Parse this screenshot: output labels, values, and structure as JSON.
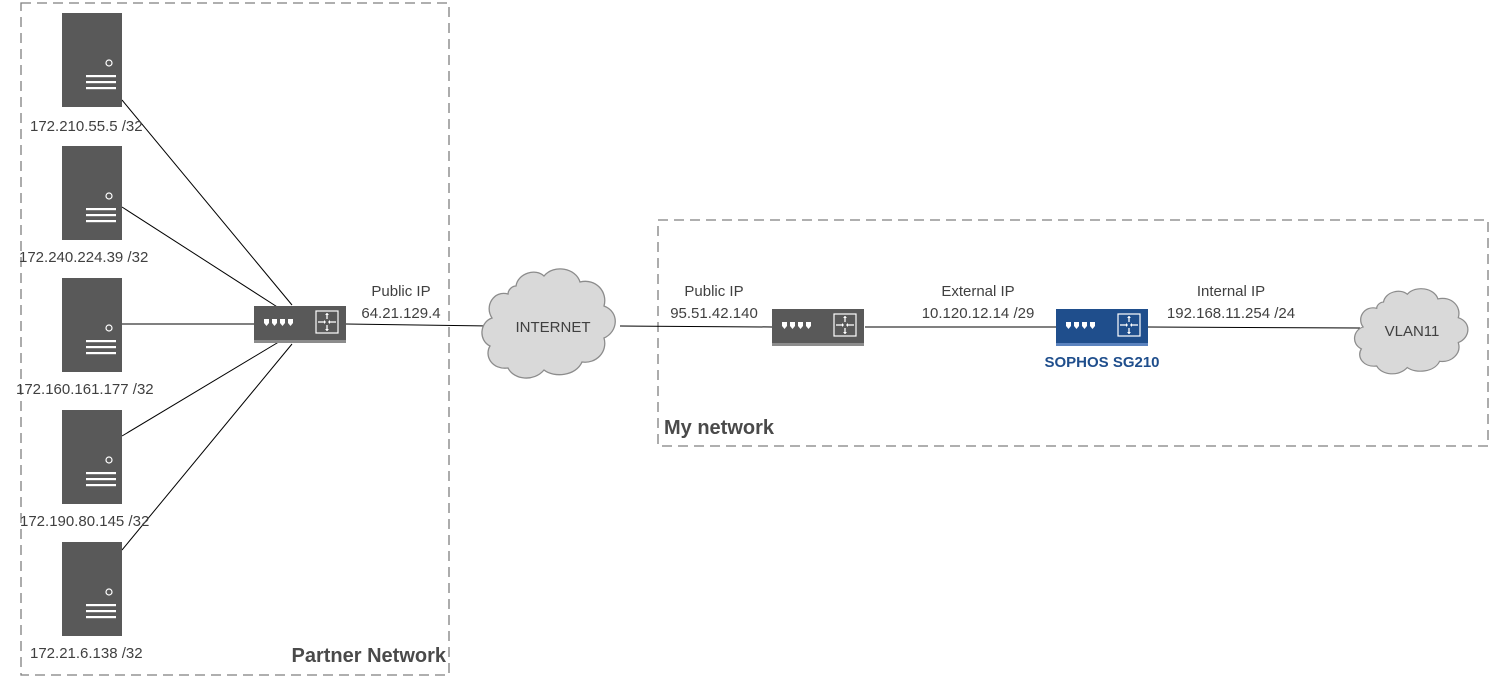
{
  "zones": {
    "partner": {
      "label": "Partner Network"
    },
    "mine": {
      "label": "My network"
    }
  },
  "servers": [
    {
      "label": "172.210.55.5 /32"
    },
    {
      "label": "172.240.224.39 /32"
    },
    {
      "label": "172.160.161.177 /32"
    },
    {
      "label": "172.190.80.145 /32"
    },
    {
      "label": "172.21.6.138 /32"
    }
  ],
  "partner_router": {
    "ip_title": "Public IP",
    "ip": "64.21.129.4"
  },
  "internet": {
    "label": "INTERNET"
  },
  "my_router": {
    "ip_title": "Public IP",
    "ip": "95.51.42.140"
  },
  "firewall": {
    "name": "SOPHOS SG210",
    "external_title": "External IP",
    "external_ip": "10.120.12.14 /29",
    "internal_title": "Internal IP",
    "internal_ip": "192.168.11.254 /24",
    "color": "#1f4e8c"
  },
  "vlan": {
    "label": "VLAN11"
  },
  "colors": {
    "device": "#595959",
    "line": "#000000",
    "cloud": "#d9d9d9",
    "zone_border": "#7f7f7f"
  }
}
